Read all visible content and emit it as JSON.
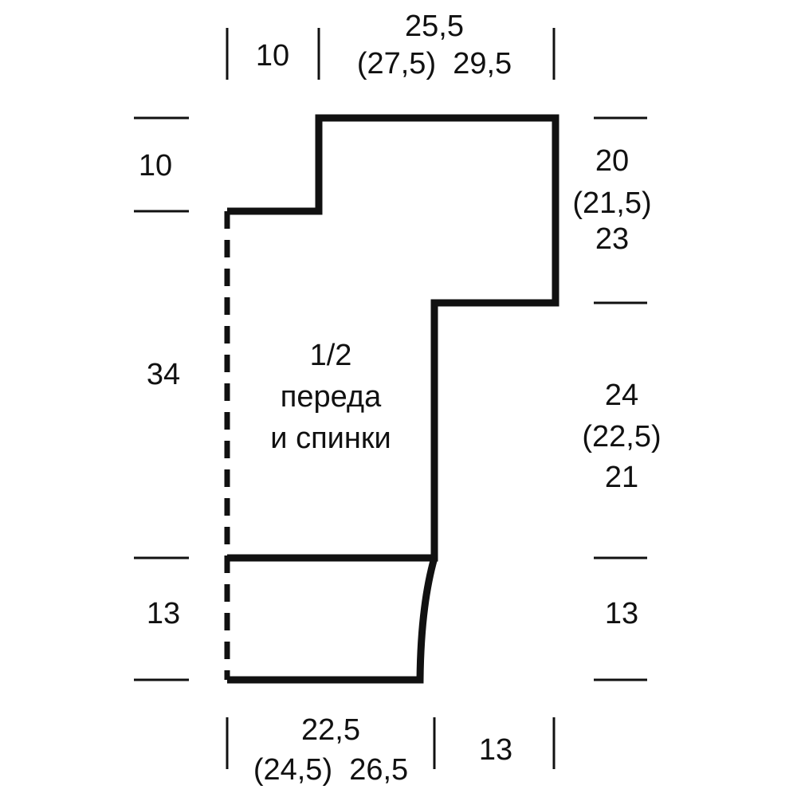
{
  "colors": {
    "line": "#111111",
    "background": "#ffffff"
  },
  "piece_label": [
    "1/2",
    "переда",
    "и спинки"
  ],
  "top": {
    "left_width": "10",
    "right_width_lines": [
      "25,5",
      "(27,5)  29,5"
    ]
  },
  "left": {
    "shoulder_height": "10",
    "body_height": "34",
    "rib_height": "13"
  },
  "right": {
    "sleeve_height_lines": [
      "20",
      "(21,5)",
      "23"
    ],
    "side_height_lines": [
      "24",
      "(22,5)",
      "21"
    ],
    "rib_height": "13"
  },
  "bottom": {
    "width_lines": [
      "22,5",
      "(24,5)  26,5"
    ],
    "right_width": "13"
  }
}
